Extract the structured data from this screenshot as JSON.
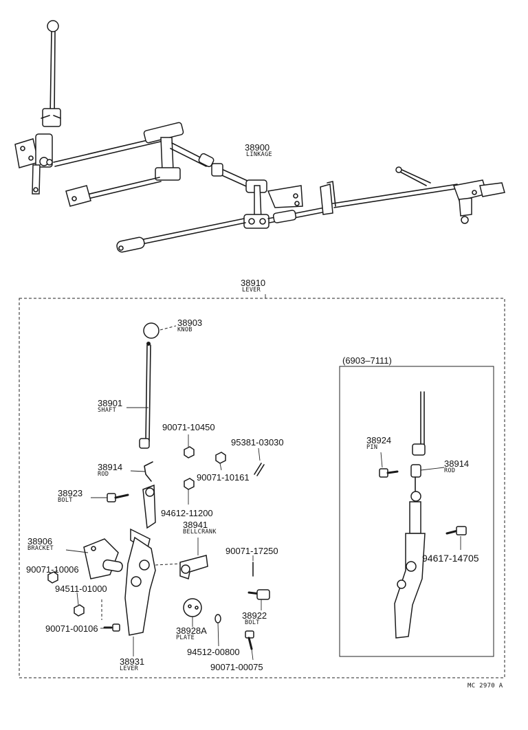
{
  "callouts": [
    {
      "id": "linkage",
      "number": "38900",
      "name": "LINKAGE"
    },
    {
      "id": "lever-assy",
      "number": "38910",
      "name": "LEVER"
    },
    {
      "id": "knob",
      "number": "38903",
      "name": "KNOB"
    },
    {
      "id": "shaft",
      "number": "38901",
      "name": "SHAFT"
    },
    {
      "id": "rod",
      "number": "38914",
      "name": "ROD"
    },
    {
      "id": "bolt1",
      "number": "38923",
      "name": "BOLT"
    },
    {
      "id": "bracket",
      "number": "38906",
      "name": "BRACKET"
    },
    {
      "id": "bellcrank",
      "number": "38941",
      "name": "BELLCRANK"
    },
    {
      "id": "bolt2",
      "number": "38922",
      "name": "BOLT"
    },
    {
      "id": "plate",
      "number": "38928A",
      "name": "PLATE"
    },
    {
      "id": "lever",
      "number": "38931",
      "name": "LEVER"
    },
    {
      "id": "pin",
      "number": "38924",
      "name": "PIN"
    },
    {
      "id": "rod2",
      "number": "38914",
      "name": "ROD"
    }
  ],
  "parts": [
    "90071-10450",
    "95381-03030",
    "90071-10161",
    "94612-11200",
    "90071-17250",
    "90071-10006",
    "94511-01000",
    "90071-00106",
    "94512-00800",
    "90071-00075",
    "94617-14705"
  ],
  "inset_range": "(6903–7111)",
  "figure_code": "MC 2970 A"
}
